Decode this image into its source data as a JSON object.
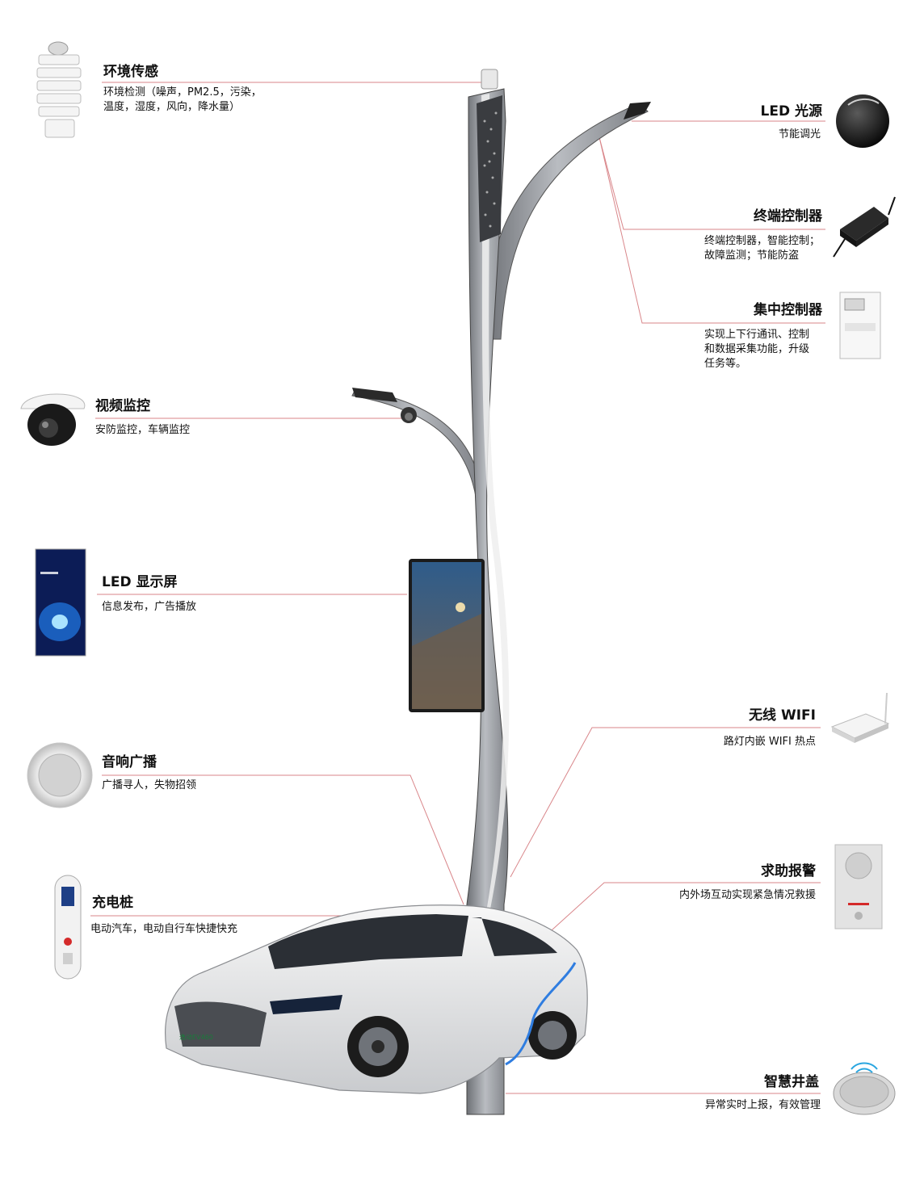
{
  "accent_line_color": "#d9868a",
  "pole_color": "#9b9ea3",
  "items": {
    "env_sensor": {
      "title": "环境传感",
      "desc": "环境检测（噪声，PM2.5，污染，\n温度，湿度，风向，降水量）",
      "icon": "weather-sensor-icon"
    },
    "led_light": {
      "title": "LED 光源",
      "desc": "节能调光",
      "icon": "led-lamp-icon"
    },
    "terminal": {
      "title": "终端控制器",
      "desc": "终端控制器，智能控制；\n故障监测；节能防盗",
      "icon": "controller-box-icon"
    },
    "central": {
      "title": "集中控制器",
      "desc": "实现上下行通讯、控制\n和数据采集功能，升级\n任务等。",
      "icon": "meter-icon"
    },
    "camera": {
      "title": "视频监控",
      "desc": "安防监控，车辆监控",
      "icon": "dome-camera-icon"
    },
    "led_screen": {
      "title": "LED 显示屏",
      "desc": "信息发布，广告播放",
      "icon": "display-panel-icon"
    },
    "wifi": {
      "title": "无线 WIFI",
      "desc": "路灯内嵌 WIFI 热点",
      "icon": "wifi-router-icon"
    },
    "speaker": {
      "title": "音响广播",
      "desc": "广播寻人，失物招领",
      "icon": "speaker-icon"
    },
    "sos": {
      "title": "求助报警",
      "desc": "内外场互动实现紧急情况救援",
      "icon": "intercom-icon"
    },
    "charger": {
      "title": "充电桩",
      "desc": "电动汽车，电动自行车快捷快充",
      "icon": "charger-icon"
    },
    "manhole": {
      "title": "智慧井盖",
      "desc": "异常实时上报，有效管理",
      "icon": "manhole-icon"
    }
  },
  "car_badge": "逸动EV460"
}
